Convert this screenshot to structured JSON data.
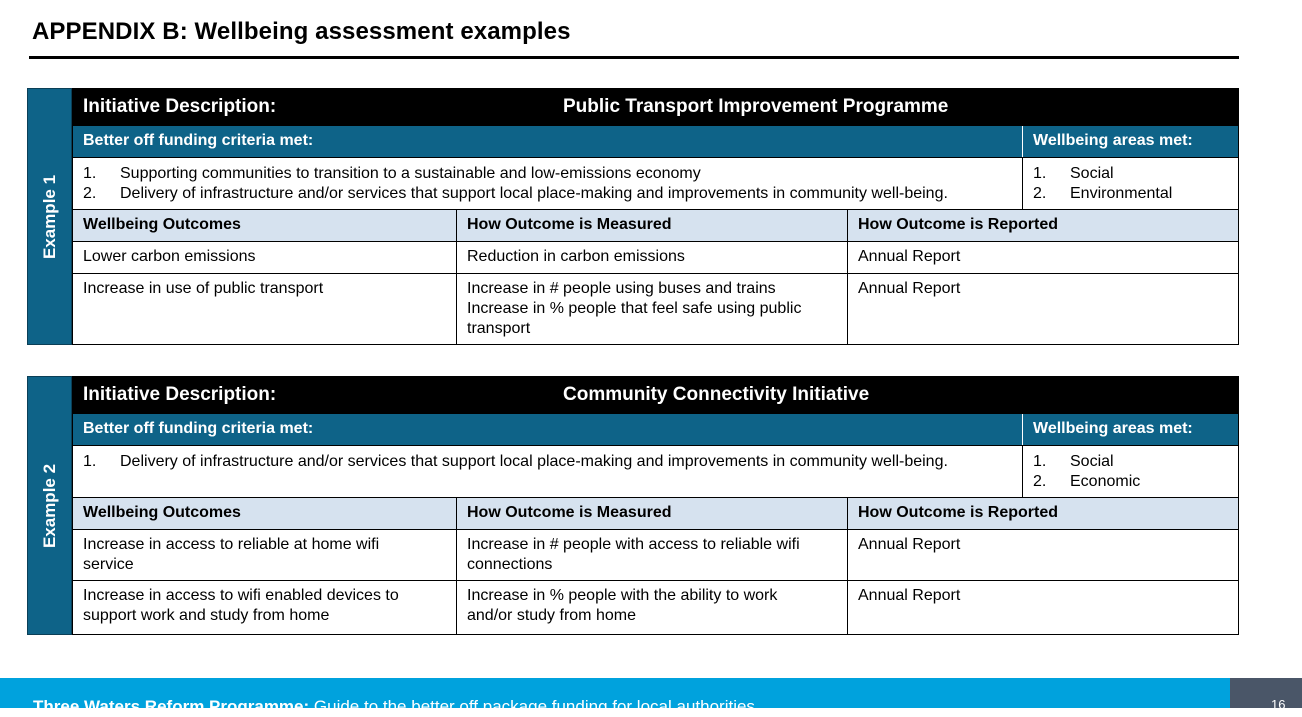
{
  "page": {
    "title": "APPENDIX B: Wellbeing assessment examples",
    "footer_bold": "Three Waters Reform Programme:",
    "footer_text": " Guide to the better off package funding for local authorities",
    "page_number": "16"
  },
  "headers": {
    "initiative": "Initiative Description:",
    "criteria": "Better off funding criteria met:",
    "areas": "Wellbeing areas met:",
    "outcomes": "Wellbeing Outcomes",
    "measured": "How Outcome is Measured",
    "reported": "How Outcome is Reported"
  },
  "examples": [
    {
      "label": "Example 1",
      "initiative_name": "Public Transport Improvement Programme",
      "criteria": [
        {
          "num": "1.",
          "text": "Supporting communities to transition to a sustainable and low-emissions economy"
        },
        {
          "num": "2.",
          "text": "Delivery of infrastructure and/or services that support local place-making and improvements in community well-being."
        }
      ],
      "areas": [
        {
          "num": "1.",
          "text": "Social"
        },
        {
          "num": "2.",
          "text": "Environmental"
        }
      ],
      "rows": [
        {
          "outcome": [
            "Lower carbon emissions"
          ],
          "measured": [
            "Reduction in carbon emissions"
          ],
          "reported": [
            "Annual Report"
          ]
        },
        {
          "outcome": [
            "Increase in use of public transport"
          ],
          "measured": [
            "Increase in # people using buses and trains",
            "Increase in % people that feel safe using public",
            "transport"
          ],
          "reported": [
            "Annual Report"
          ]
        }
      ]
    },
    {
      "label": "Example 2",
      "initiative_name": "Community Connectivity Initiative",
      "criteria": [
        {
          "num": "1.",
          "text": "Delivery of infrastructure and/or services that support local place-making and improvements in community well-being."
        }
      ],
      "areas": [
        {
          "num": "1.",
          "text": "Social"
        },
        {
          "num": "2.",
          "text": "Economic"
        }
      ],
      "rows": [
        {
          "outcome": [
            "Increase in access to reliable at home wifi",
            "service"
          ],
          "measured": [
            "Increase in # people with access to reliable wifi",
            "connections"
          ],
          "reported": [
            "Annual Report"
          ]
        },
        {
          "outcome": [
            "Increase in access to wifi enabled devices to",
            "support work and study from home"
          ],
          "measured": [
            "Increase in % people with the ability to work",
            "and/or study from home"
          ],
          "reported": [
            "Annual Report"
          ]
        }
      ]
    }
  ]
}
